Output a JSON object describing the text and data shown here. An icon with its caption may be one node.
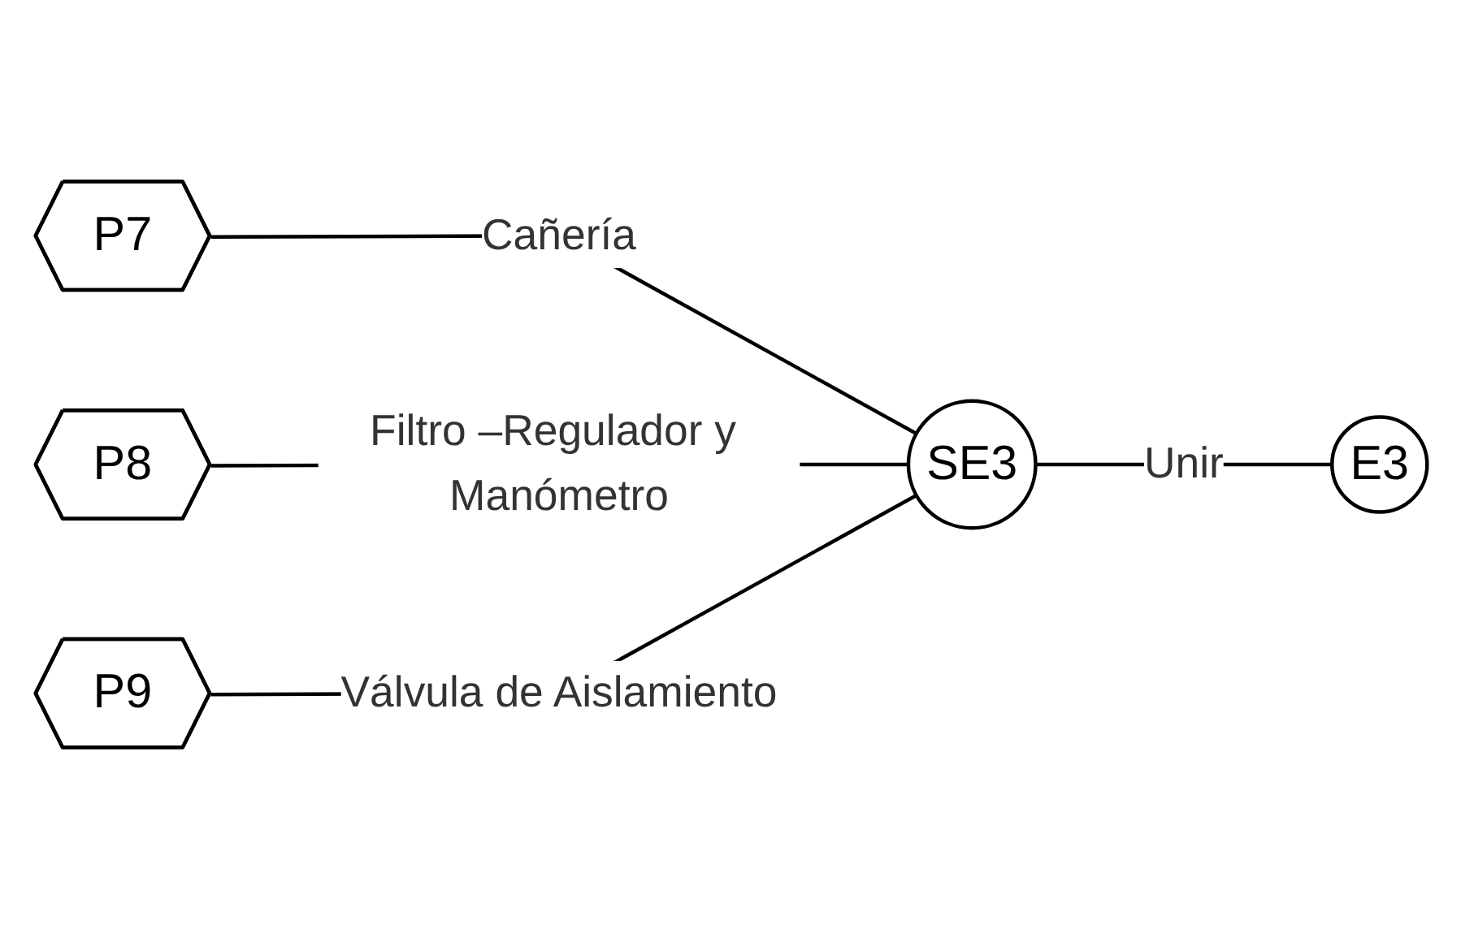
{
  "diagram": {
    "nodes": [
      {
        "text": [
          "P7"
        ]
      },
      {
        "text": [
          "P8"
        ]
      },
      {
        "text": [
          "P9"
        ]
      },
      {
        "text": [
          "SE3"
        ]
      },
      {
        "text": [
          "E3"
        ]
      }
    ],
    "edges": [
      {
        "from": 0,
        "to": 3,
        "arrow": "none",
        "label": "Cañería"
      },
      {
        "from": 1,
        "to": 3,
        "arrow": "none",
        "label": "Filtro –Regulador y Manómetro"
      },
      {
        "from": 2,
        "to": 3,
        "arrow": "none",
        "label": "Válvula de Aislamiento"
      },
      {
        "from": 3,
        "to": 4,
        "arrow": "none",
        "label": "Unir"
      }
    ]
  }
}
